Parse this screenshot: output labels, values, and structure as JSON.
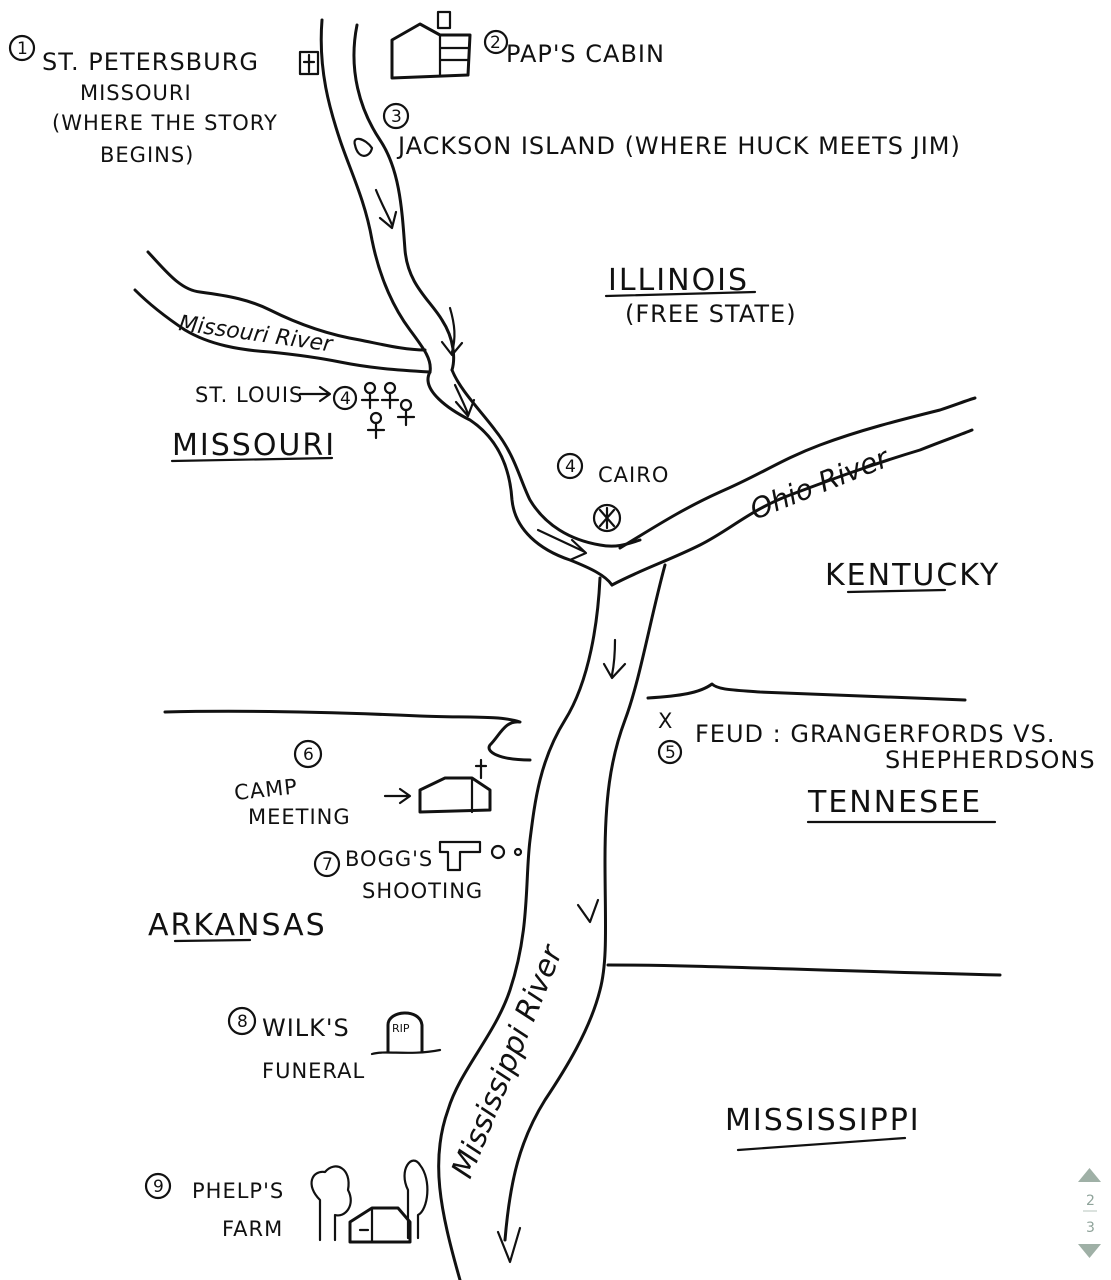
{
  "places": {
    "st_petersburg": {
      "num": "1",
      "lines": [
        "ST. PETERSBURG",
        "MISSOURI",
        "(WHERE THE STORY",
        "BEGINS)"
      ]
    },
    "paps_cabin": {
      "num": "2",
      "label": "PAP'S CABIN"
    },
    "jackson_island": {
      "num": "3",
      "label": "JACKSON ISLAND (WHERE HUCK MEETS JIM)"
    },
    "st_louis": {
      "label": "ST. LOUIS",
      "marker": "4"
    },
    "cairo": {
      "num": "4",
      "label": "CAIRO"
    },
    "feud": {
      "num": "5",
      "mark": "X",
      "lines": [
        "FEUD : GRANGERFORDS VS.",
        "SHEPHERDSONS"
      ]
    },
    "camp_meeting": {
      "num": "6",
      "lines": [
        "CAMP",
        "MEETING"
      ]
    },
    "boggs_shooting": {
      "num": "7",
      "lines": [
        "BOGG'S",
        "SHOOTING"
      ]
    },
    "wilks_funeral": {
      "num": "8",
      "lines": [
        "WILK'S",
        "FUNERAL"
      ],
      "tombstone": "RIP"
    },
    "phelps_farm": {
      "num": "9",
      "lines": [
        "PHELP'S",
        "FARM"
      ]
    }
  },
  "states": {
    "illinois": {
      "name": "ILLINOIS",
      "note": "(FREE STATE)"
    },
    "missouri": "MISSOURI",
    "kentucky": "KENTUCKY",
    "tennessee": "TENNESEE",
    "arkansas": "ARKANSAS",
    "mississippi": "MISSISSIPPI"
  },
  "rivers": {
    "missouri": "Missouri River",
    "ohio": "Ohio River",
    "mississippi": "Mississippi River"
  },
  "pager": {
    "current": "2",
    "total": "3"
  },
  "colors": {
    "ink": "#111111",
    "pager": "#9fb0a6",
    "background": "#ffffff"
  }
}
